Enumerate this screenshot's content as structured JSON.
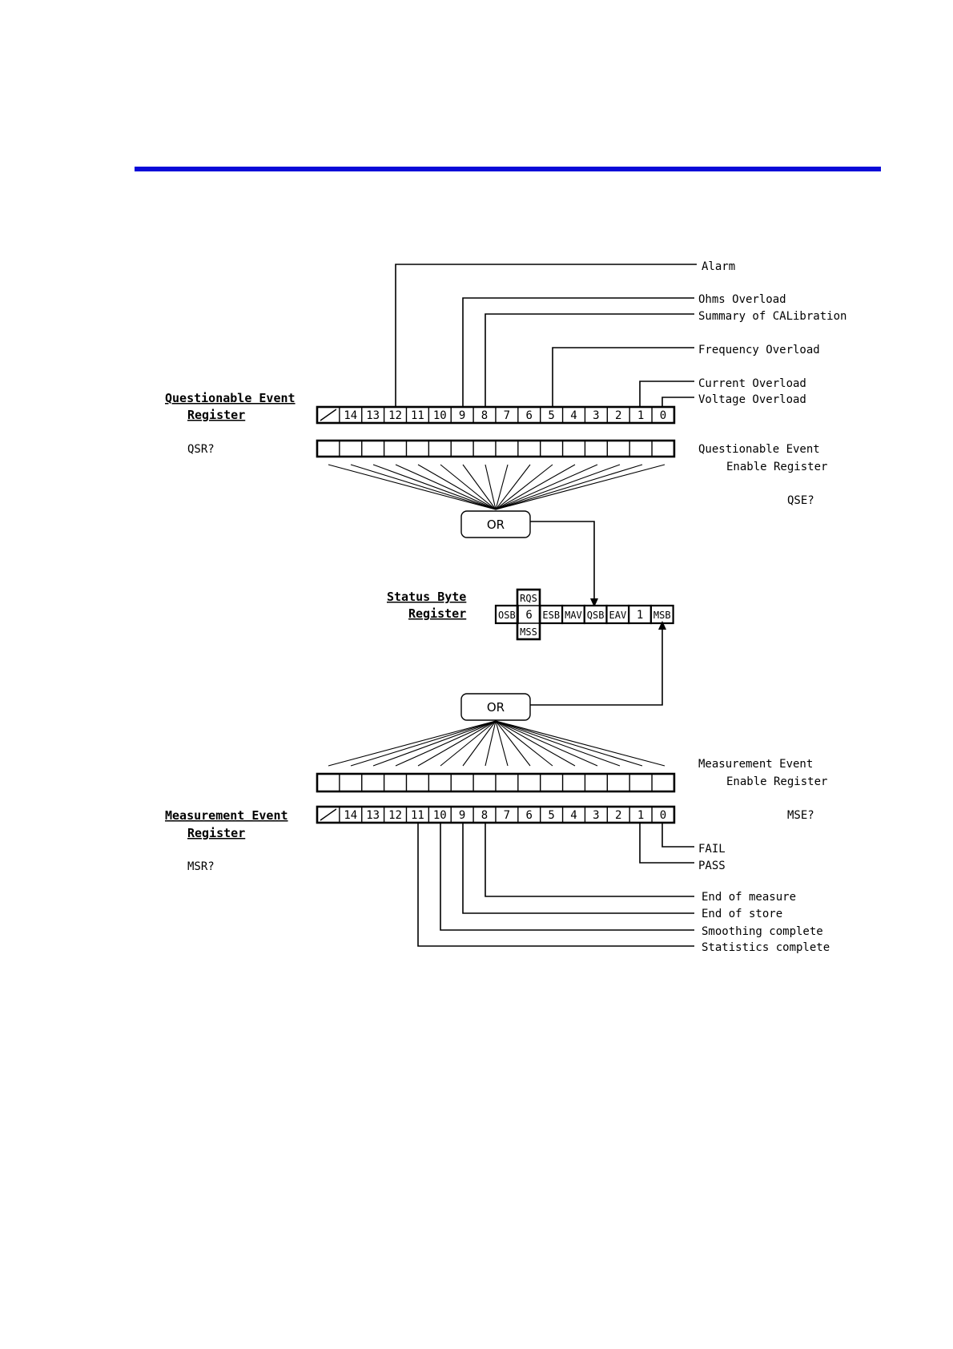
{
  "colors": {
    "rule": "#0a0ad8",
    "line": "#000000"
  },
  "questionable": {
    "title_line1": "Questionable Event",
    "title_line2": "Register",
    "query": "QSR?",
    "bits": [
      "14",
      "13",
      "12",
      "11",
      "10",
      "9",
      "8",
      "7",
      "6",
      "5",
      "4",
      "3",
      "2",
      "1",
      "0"
    ],
    "enable_label_line1": "Questionable Event",
    "enable_label_line2": "Enable Register",
    "enable_query": "QSE?",
    "annotations": [
      {
        "bit": "12",
        "label": "Alarm"
      },
      {
        "bit": "9",
        "label": "Ohms Overload"
      },
      {
        "bit": "8",
        "label": "Summary of CALibration"
      },
      {
        "bit": "5",
        "label": "Frequency Overload"
      },
      {
        "bit": "1",
        "label": "Current Overload"
      },
      {
        "bit": "0",
        "label": "Voltage Overload"
      }
    ]
  },
  "or_gate_top": "OR",
  "or_gate_bottom": "OR",
  "status_byte": {
    "title_line1": "Status Byte",
    "title_line2": "Register",
    "cells": [
      "OSB",
      "6",
      "ESB",
      "MAV",
      "QSB",
      "EAV",
      "1",
      "MSB"
    ],
    "rqs": "RQS",
    "mss": "MSS"
  },
  "measurement": {
    "title_line1": "Measurement Event",
    "title_line2": "Register",
    "query": "MSR?",
    "bits": [
      "14",
      "13",
      "12",
      "11",
      "10",
      "9",
      "8",
      "7",
      "6",
      "5",
      "4",
      "3",
      "2",
      "1",
      "0"
    ],
    "enable_label_line1": "Measurement Event",
    "enable_label_line2": "Enable Register",
    "enable_query": "MSE?",
    "annotations": [
      {
        "bit": "0",
        "label": "FAIL"
      },
      {
        "bit": "1",
        "label": "PASS"
      },
      {
        "bit": "8",
        "label": "End of measure"
      },
      {
        "bit": "9",
        "label": "End of store"
      },
      {
        "bit": "10",
        "label": "Smoothing complete"
      },
      {
        "bit": "11",
        "label": "Statistics complete"
      }
    ]
  }
}
